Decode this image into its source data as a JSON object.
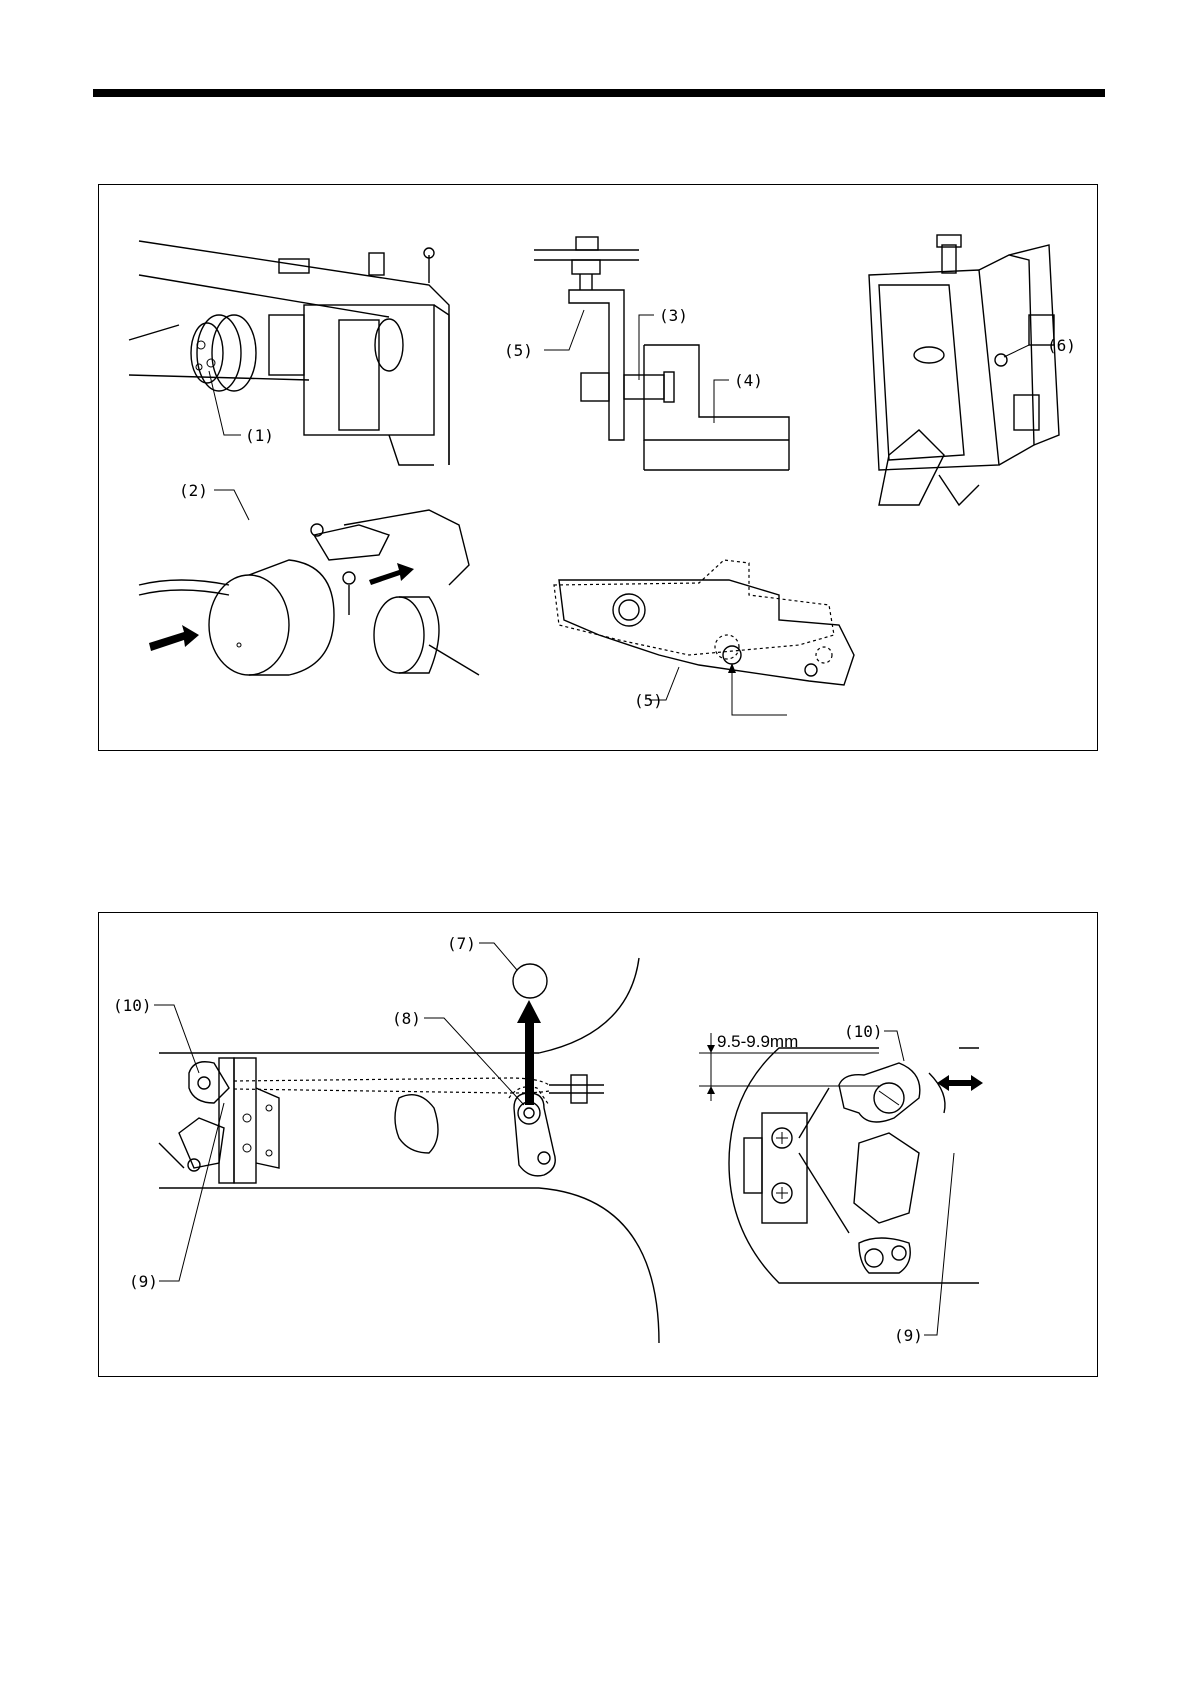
{
  "callouts": {
    "c1": "(1)",
    "c2": "(2)",
    "c3": "(3)",
    "c4": "(4)",
    "c5a": "(5)",
    "c5b": "(5)",
    "c6": "(6)",
    "c7": "(7)",
    "c8": "(8)",
    "c9a": "(9)",
    "c9b": "(9)",
    "c10a": "(10)",
    "c10b": "(10)"
  },
  "dimension": "9.5-9.9mm",
  "icons": {
    "push_arrow": "arrow-right-icon",
    "lift_arrow": "arrow-up-icon",
    "adjust_arrow": "double-arrow-icon"
  }
}
